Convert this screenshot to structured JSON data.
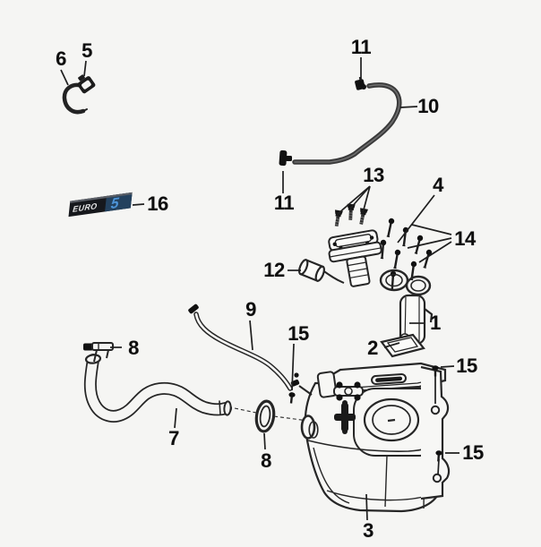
{
  "diagram": {
    "background": "#f5f5f3",
    "line_color": "#262626",
    "badge": {
      "euro": "EURO",
      "five": "5",
      "body_color": "#16181c",
      "accent_blue": "#4d94d8"
    },
    "callouts": [
      {
        "part": "6"
      },
      {
        "part": "5"
      },
      {
        "part": "16"
      },
      {
        "part": "11"
      },
      {
        "part": "10"
      },
      {
        "part": "11"
      },
      {
        "part": "13"
      },
      {
        "part": "4"
      },
      {
        "part": "14"
      },
      {
        "part": "12"
      },
      {
        "part": "1"
      },
      {
        "part": "2"
      },
      {
        "part": "9"
      },
      {
        "part": "15"
      },
      {
        "part": "8"
      },
      {
        "part": "15"
      },
      {
        "part": "7"
      },
      {
        "part": "8"
      },
      {
        "part": "15"
      },
      {
        "part": "3"
      }
    ]
  }
}
